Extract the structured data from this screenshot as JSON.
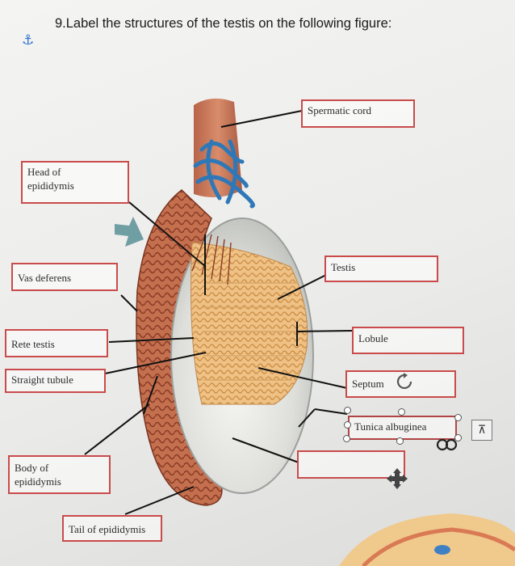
{
  "question": "9.Label the structures of the testis on the following figure:",
  "anchor_icon": "anchor-icon",
  "labels": {
    "spermatic_cord": "Spermatic cord",
    "head_of_epididymis": "Head of\nepididymis",
    "vas_deferens": "Vas deferens",
    "testis": "Testis",
    "rete_testis": "Rete testis",
    "lobule": "Lobule",
    "straight_tubule": "Straight tubule",
    "septum": "Septum",
    "tunica_albuginea": "Tunica albuginea",
    "body_of_epididymis": "Body of\nepididymis",
    "blank": "",
    "tail_of_epididymis": "Tail of epididymis"
  },
  "icons": {
    "rotate": "rotate-icon",
    "move": "move-icon",
    "layout_options": "layout-options-icon"
  },
  "colors": {
    "label_border": "#c94b4b",
    "vessel": "#2f78b8",
    "epididymis": "#b25a3c",
    "tubules": "#e3b06a"
  }
}
